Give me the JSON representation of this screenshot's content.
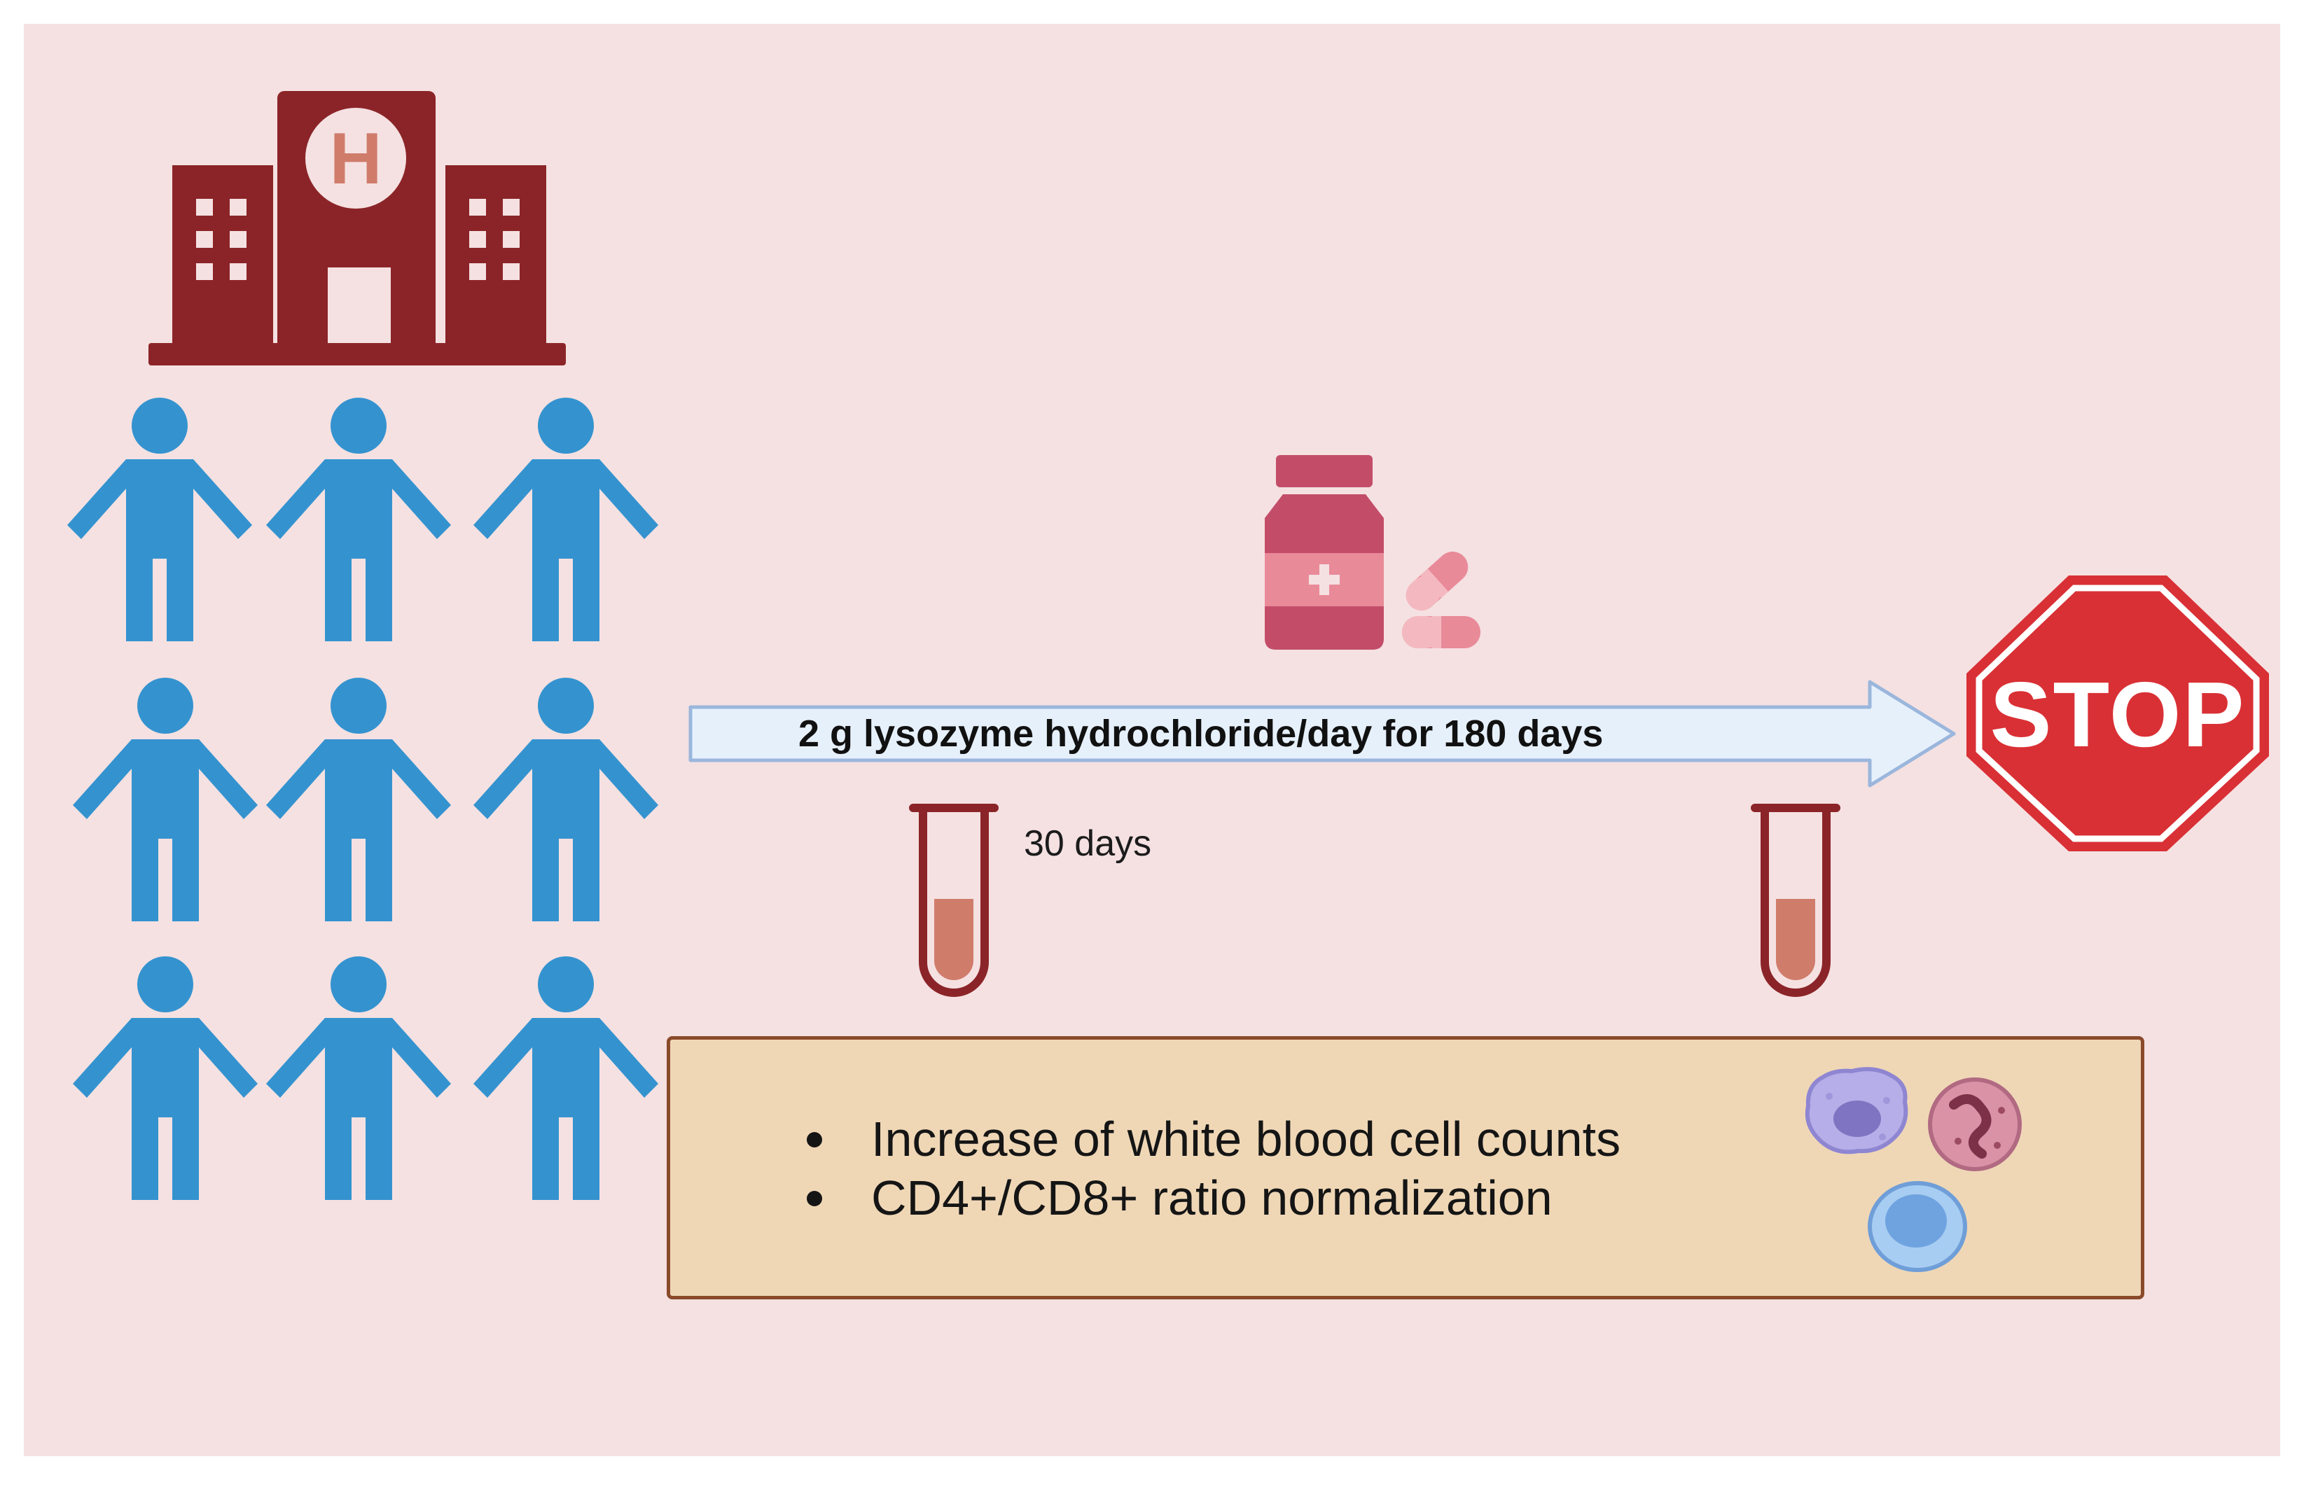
{
  "timeline": {
    "treatment_label": "2 g lysozyme hydrochloride/day for 180 days",
    "first_sample_label": "30 days"
  },
  "stop_sign": {
    "text": "STOP"
  },
  "results": {
    "items": [
      "Increase of white blood cell counts",
      "CD4+/CD8+ ratio normalization"
    ]
  },
  "icons": {
    "hospital": "hospital-icon",
    "patient": "person-icon",
    "medication": "pill-bottle-icon",
    "capsules": "capsule-icon",
    "sample": "test-tube-icon",
    "stop": "stop-sign-icon",
    "cells": [
      "monocyte-icon",
      "granulocyte-icon",
      "lymphocyte-icon"
    ]
  },
  "colors": {
    "background": "#f5e1e2",
    "hospital": "#8b2428",
    "person": "#3493cf",
    "arrow_fill": "#e6f0fb",
    "arrow_stroke": "#9bb6dc",
    "stop_red": "#d93035",
    "result_box": "#efd7b6",
    "result_border": "#8a4a2a",
    "bottle": "#c34d69",
    "tube_outline": "#8b2428",
    "tube_fluid": "#d07c6b"
  }
}
